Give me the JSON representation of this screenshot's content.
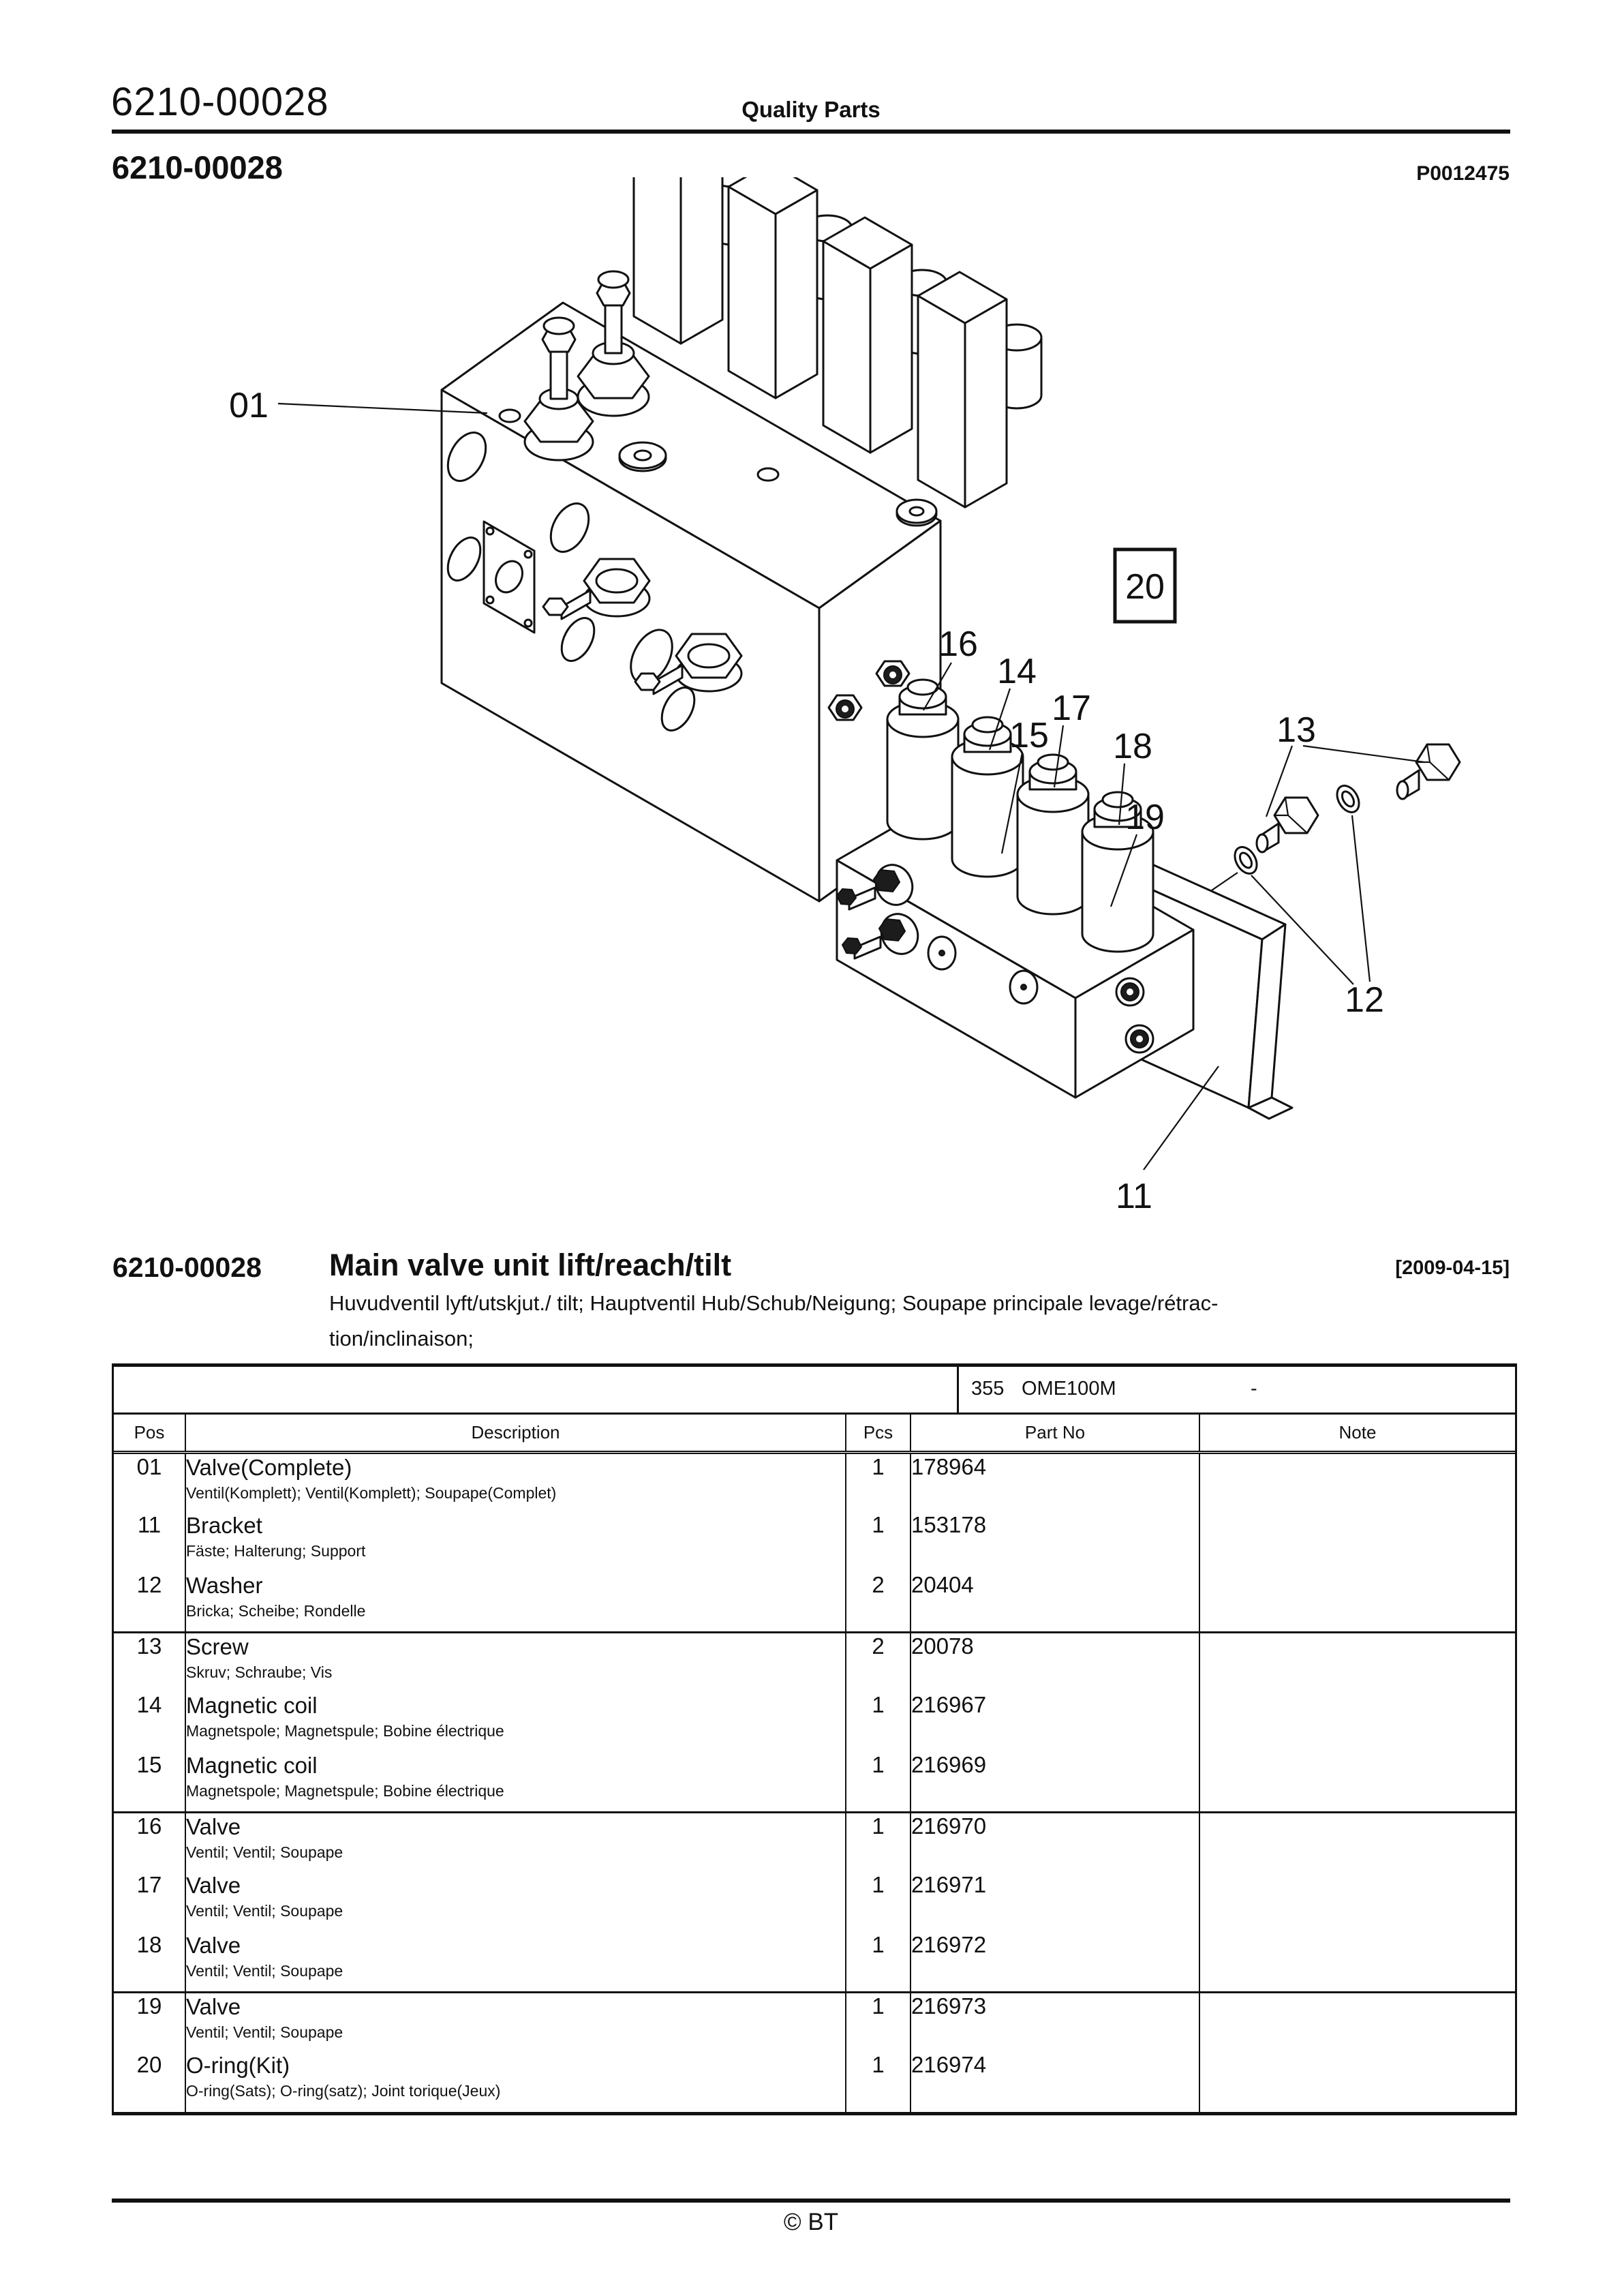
{
  "header": {
    "doc_number": "6210-00028",
    "center_label": "Quality Parts",
    "image_ref": "P0012475"
  },
  "title_block": {
    "number": "6210-00028",
    "title": "Main valve unit lift/reach/tilt",
    "date": "[2009-04-15]",
    "subtitle_line1": "Huvudventil lyft/utskjut./ tilt; Hauptventil Hub/Schub/Neigung; Soupape principale levage/rétrac-",
    "subtitle_line2": "tion/inclinaison;"
  },
  "model_band": {
    "code": "355",
    "model": "OME100M",
    "dash": "-"
  },
  "table": {
    "headers": {
      "pos": "Pos",
      "description": "Description",
      "pcs": "Pcs",
      "part_no": "Part No",
      "note": "Note"
    },
    "rows": [
      {
        "pos": "01",
        "desc": "Valve(Complete)",
        "sub": "Ventil(Komplett); Ventil(Komplett); Soupape(Complet)",
        "pcs": "1",
        "part": "178964",
        "note": ""
      },
      {
        "pos": "11",
        "desc": "Bracket",
        "sub": "Fäste; Halterung; Support",
        "pcs": "1",
        "part": "153178",
        "note": ""
      },
      {
        "pos": "12",
        "desc": "Washer",
        "sub": "Bricka; Scheibe; Rondelle",
        "pcs": "2",
        "part": "20404",
        "note": ""
      },
      {
        "pos": "13",
        "desc": "Screw",
        "sub": "Skruv; Schraube; Vis",
        "pcs": "2",
        "part": "20078",
        "note": ""
      },
      {
        "pos": "14",
        "desc": "Magnetic coil",
        "sub": "Magnetspole; Magnetspule; Bobine électrique",
        "pcs": "1",
        "part": "216967",
        "note": ""
      },
      {
        "pos": "15",
        "desc": "Magnetic coil",
        "sub": "Magnetspole; Magnetspule; Bobine électrique",
        "pcs": "1",
        "part": "216969",
        "note": ""
      },
      {
        "pos": "16",
        "desc": "Valve",
        "sub": "Ventil; Ventil; Soupape",
        "pcs": "1",
        "part": "216970",
        "note": ""
      },
      {
        "pos": "17",
        "desc": "Valve",
        "sub": "Ventil; Ventil; Soupape",
        "pcs": "1",
        "part": "216971",
        "note": ""
      },
      {
        "pos": "18",
        "desc": "Valve",
        "sub": "Ventil; Ventil; Soupape",
        "pcs": "1",
        "part": "216972",
        "note": ""
      },
      {
        "pos": "19",
        "desc": "Valve",
        "sub": "Ventil; Ventil; Soupape",
        "pcs": "1",
        "part": "216973",
        "note": ""
      },
      {
        "pos": "20",
        "desc": "O-ring(Kit)",
        "sub": "O-ring(Sats); O-ring(satz); Joint torique(Jeux)",
        "pcs": "1",
        "part": "216974",
        "note": ""
      }
    ]
  },
  "diagram": {
    "callouts": {
      "c01": "01",
      "c11": "11",
      "c12": "12",
      "c13": "13",
      "c14": "14",
      "c15": "15",
      "c16": "16",
      "c17": "17",
      "c18": "18",
      "c19": "19",
      "c20": "20"
    }
  },
  "footer": {
    "copyright": "© BT"
  }
}
